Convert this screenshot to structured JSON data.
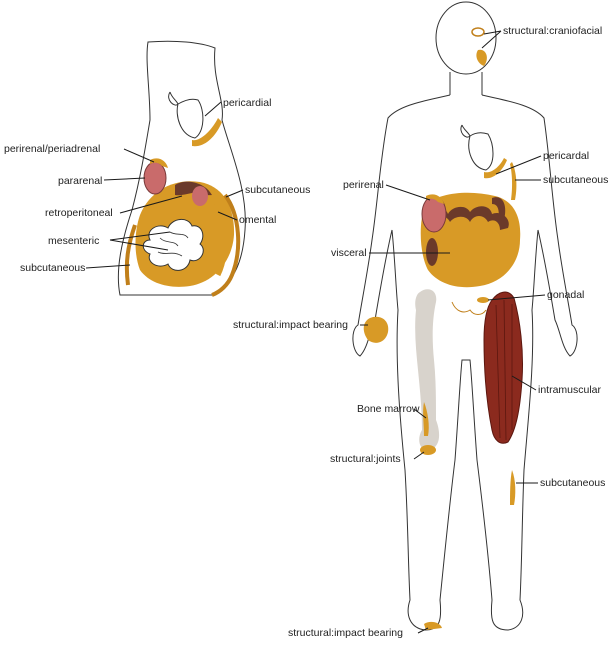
{
  "colors": {
    "fat": "#d89a26",
    "fat_dark": "#c07f1a",
    "kidney": "#c96b6b",
    "organ_dark": "#6b3a2a",
    "muscle": "#8b2a1e",
    "bone": "#d8d3cc",
    "outline": "#333333"
  },
  "cross_section": {
    "labels": {
      "pericardial": "pericardial",
      "perirenal_periadrenal": "perirenal/periadrenal",
      "pararenal": "pararenal",
      "subcutaneous_right": "subcutaneous",
      "retroperitoneal": "retroperitoneal",
      "omental": "omental",
      "mesenteric": "mesenteric",
      "subcutaneous_left": "subcutaneous"
    }
  },
  "body": {
    "labels": {
      "craniofacial": "structural:craniofacial",
      "pericardial": "pericardal",
      "subcutaneous_arm": "subcutaneous",
      "perirenal": "perirenal",
      "visceral": "visceral",
      "gonadal": "gonadal",
      "impact_hand": "structural:impact bearing",
      "intramuscular": "intramuscular",
      "bone_marrow": "Bone marrow",
      "joints": "structural:joints",
      "subcutaneous_leg": "subcutaneous",
      "impact_foot": "structural:impact bearing"
    }
  }
}
